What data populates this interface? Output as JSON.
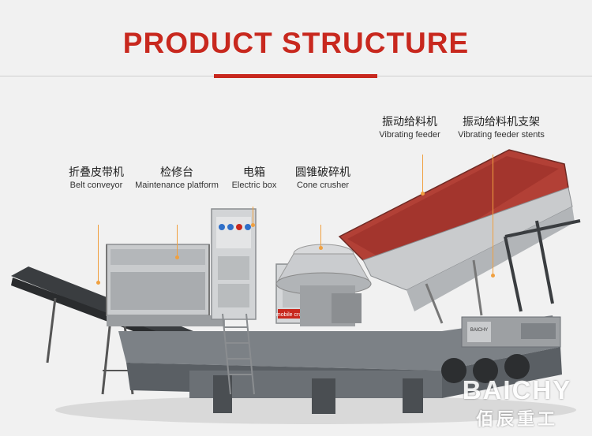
{
  "header": {
    "title": "PRODUCT STRUCTURE"
  },
  "labels": [
    {
      "zh": "振动给料机",
      "en": "Vibrating feeder"
    },
    {
      "zh": "振动给料机支架",
      "en": "Vibrating feeder stents"
    },
    {
      "zh": "折叠皮带机",
      "en": "Belt conveyor"
    },
    {
      "zh": "检修台",
      "en": "Maintenance platform"
    },
    {
      "zh": "电箱",
      "en": "Electric box"
    },
    {
      "zh": "圆锥破碎机",
      "en": "Cone crusher"
    }
  ],
  "machine": {
    "side_text": "mobile crushing plant",
    "panel_text": "BAICHY"
  },
  "logo": {
    "brand": "BAICHY",
    "cn": "佰辰重工"
  },
  "colors": {
    "title": "#c8281e",
    "leader": "#f0a040",
    "screen": "#a83a32",
    "frame": "#6b7075"
  }
}
